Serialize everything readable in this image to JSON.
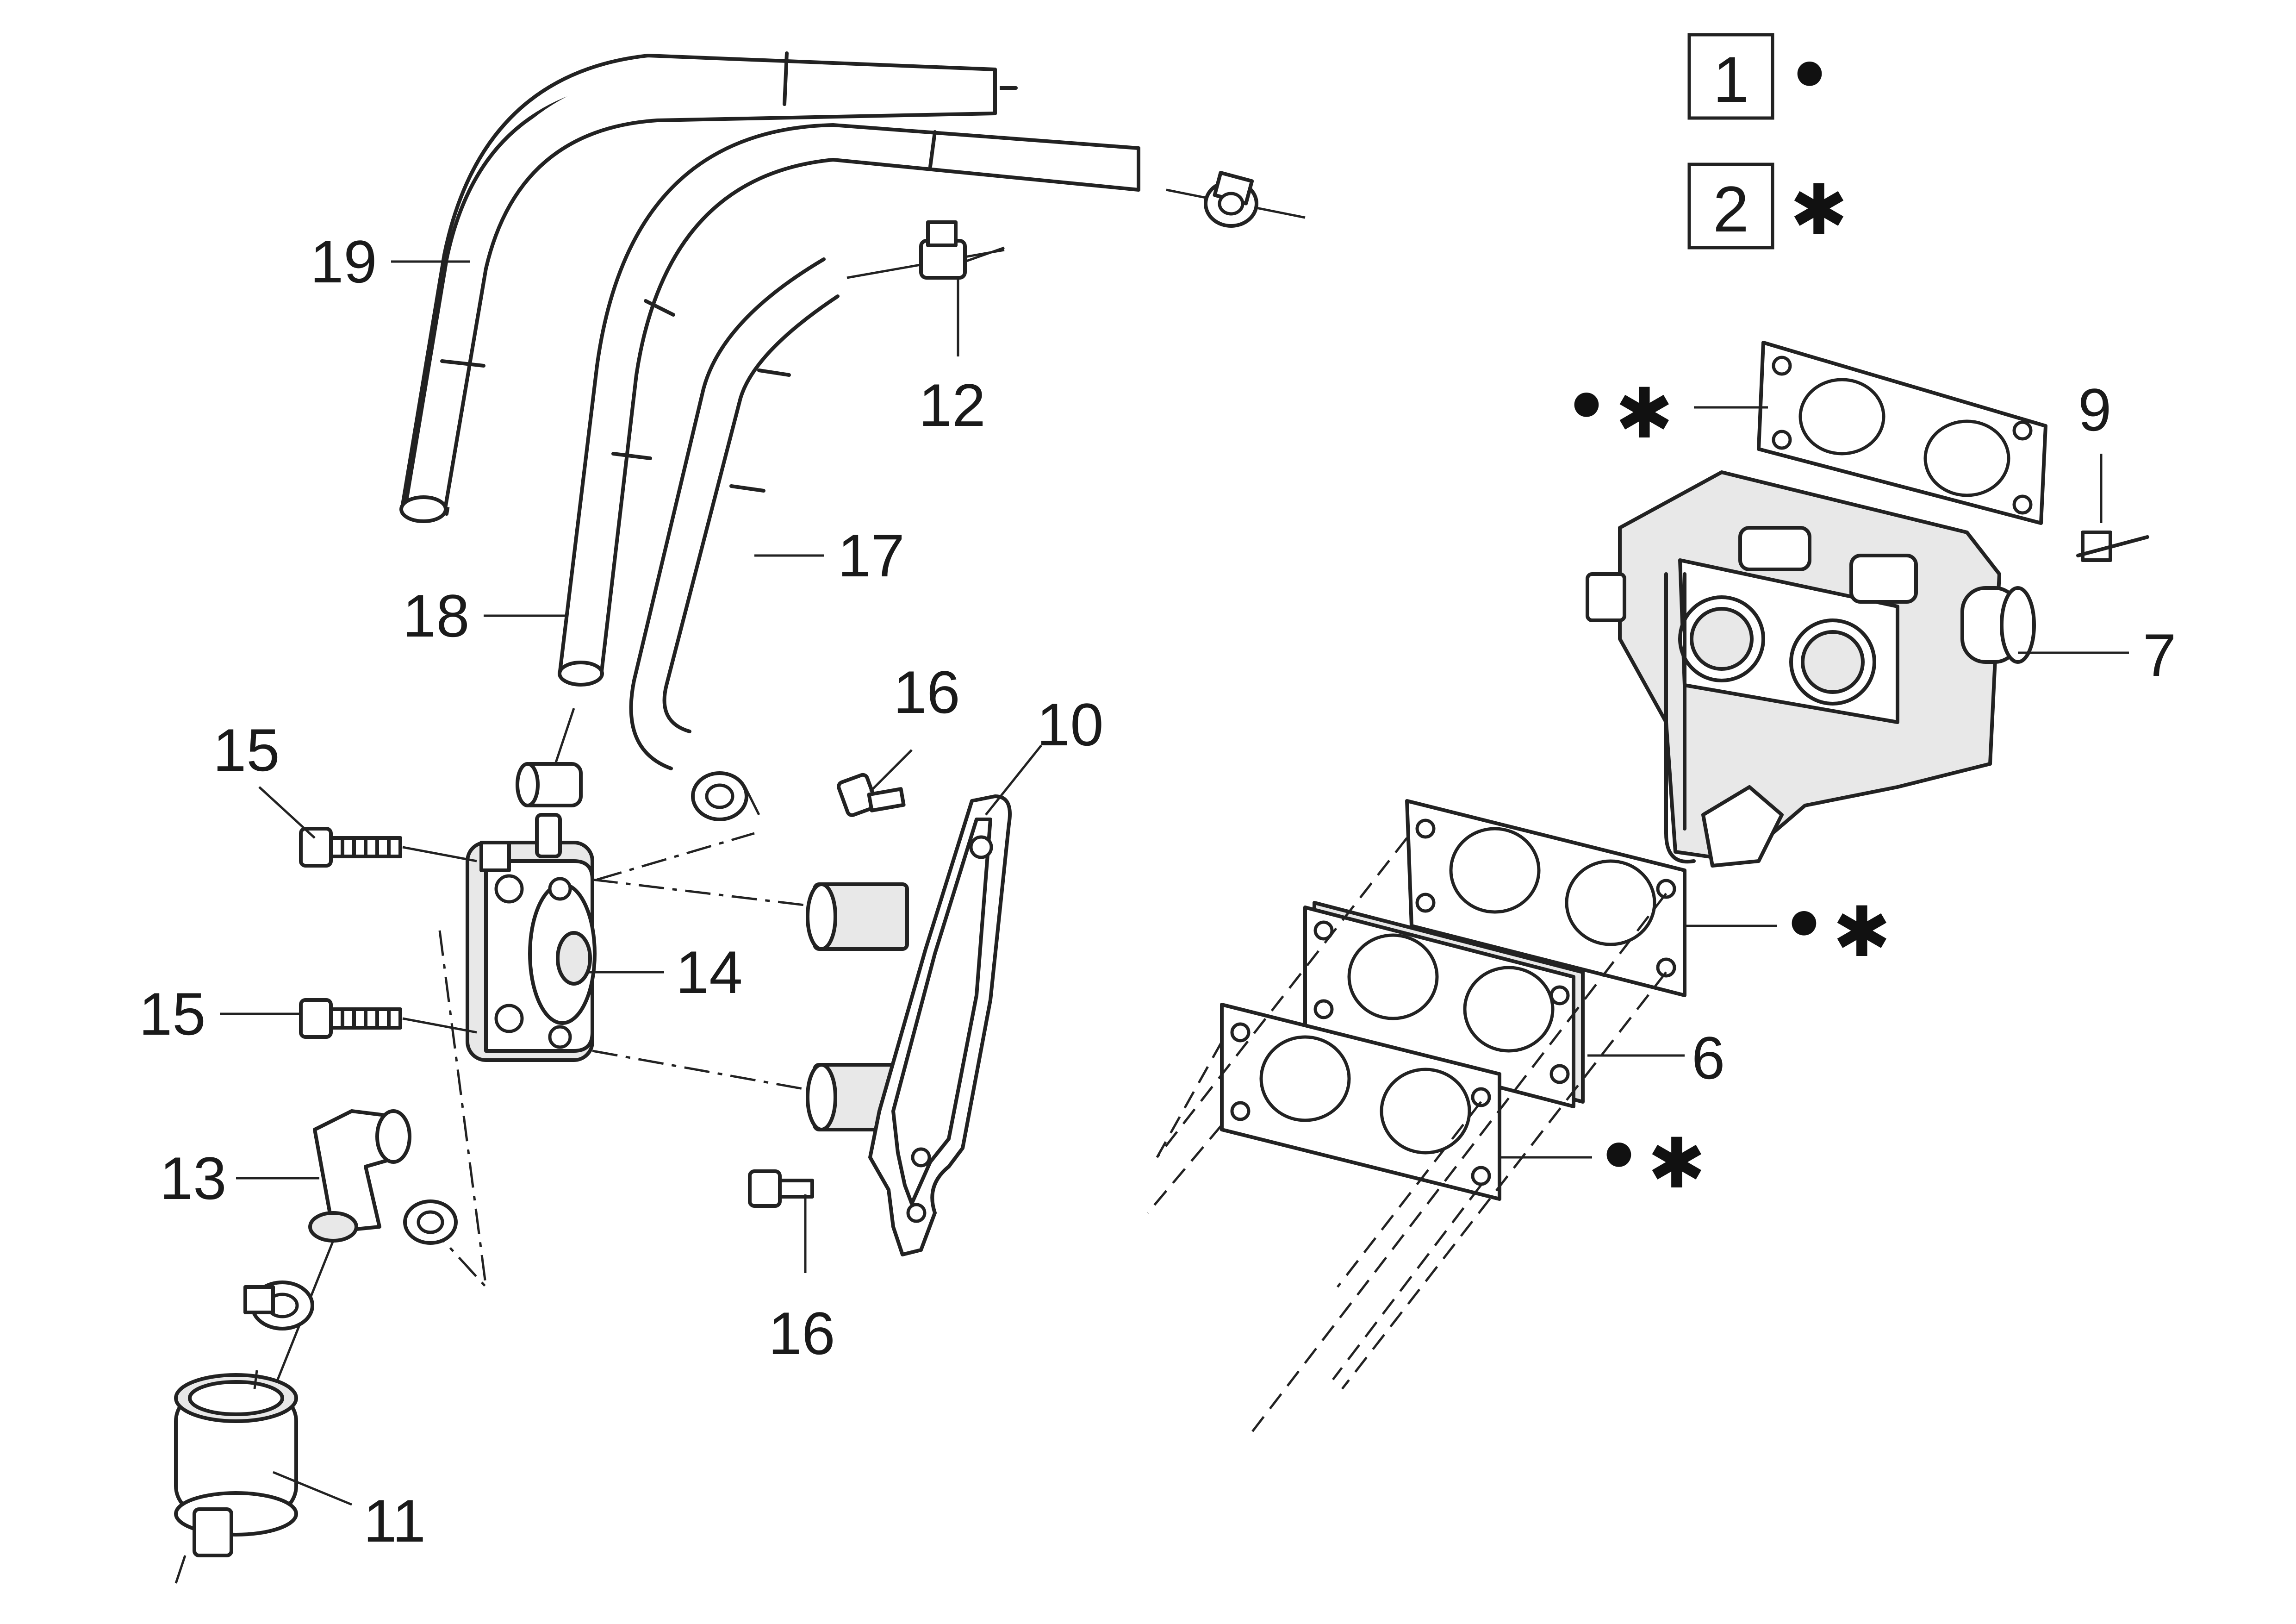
{
  "legend": {
    "items": [
      {
        "number": "1",
        "symbol": "•"
      },
      {
        "number": "2",
        "symbol": "✱"
      }
    ]
  },
  "callouts": {
    "c19": "19",
    "c18": "18",
    "c17": "17",
    "c12": "12",
    "c16_top": "16",
    "c10": "10",
    "c15_top": "15",
    "c15_bottom": "15",
    "c14": "14",
    "c13": "13",
    "c16_bottom": "16",
    "c11": "11",
    "c9": "9",
    "c7": "7",
    "c6": "6"
  },
  "gasket_marks": {
    "top": {
      "dot": "•",
      "star": "✱"
    },
    "middle": {
      "dot": "•",
      "star": "✱"
    },
    "bottom": {
      "dot": "•",
      "star": "✱"
    }
  }
}
